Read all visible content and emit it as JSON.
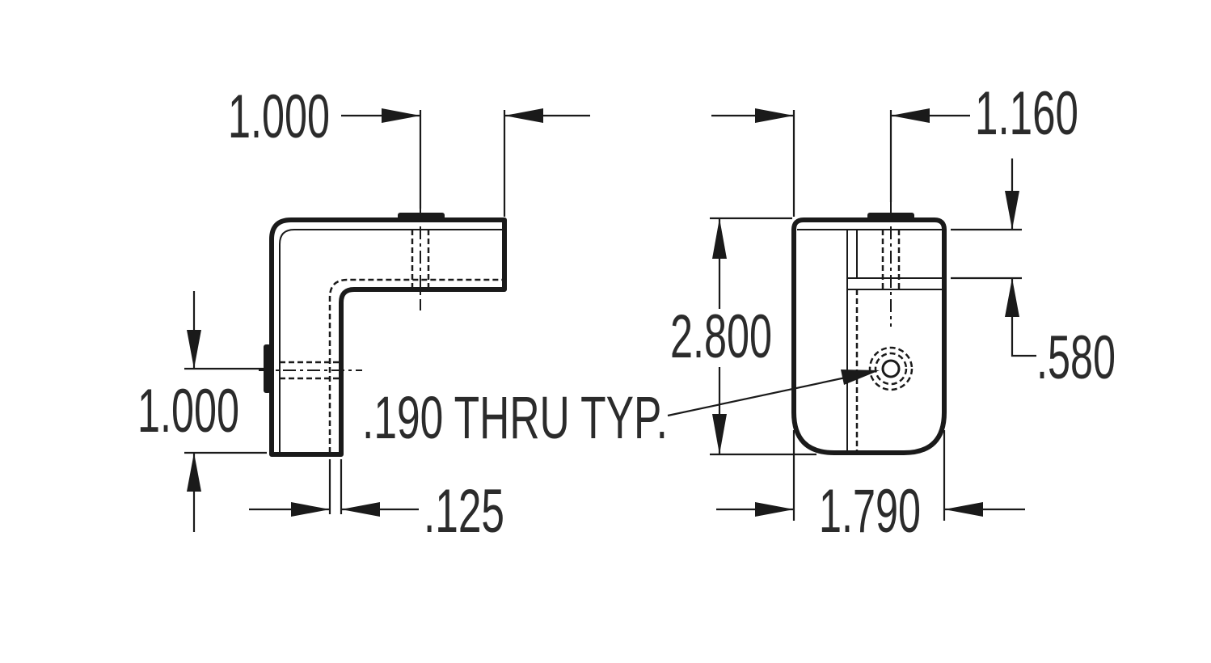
{
  "drawing": {
    "dimensions": {
      "side_top_width": "1.000",
      "side_left_height": "1.000",
      "side_thickness": ".125",
      "front_height": "2.800",
      "front_width": "1.790",
      "front_top_offset": "1.160",
      "front_band_height": ".580"
    },
    "note": {
      "hole_callout": ".190 THRU TYP."
    }
  }
}
